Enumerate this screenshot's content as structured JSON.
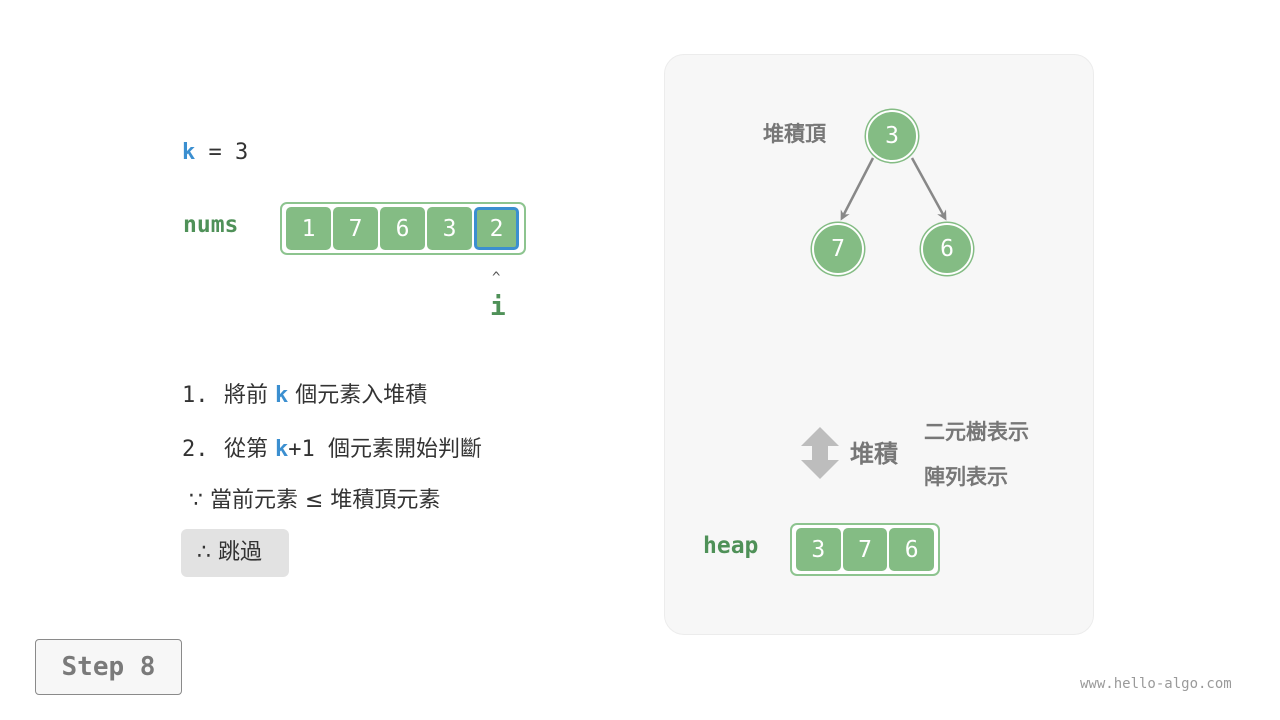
{
  "left": {
    "k_var": "k",
    "k_value": "= 3",
    "nums_label": "nums",
    "nums": [
      "1",
      "7",
      "6",
      "3",
      "2"
    ],
    "pointer_arrow": "^",
    "pointer_label": "i",
    "steps": [
      {
        "num": "1.",
        "pre": "將前 ",
        "kw": "k",
        "post": " 個元素入堆積"
      },
      {
        "num": "2.",
        "pre": "從第 ",
        "kw": "k",
        "post": "+1 個元素開始判斷"
      }
    ],
    "condition": " ∵ 當前元素 ≤ 堆積頂元素",
    "conclusion": "∴ 跳過"
  },
  "right": {
    "heap_top_label": "堆積頂",
    "tree_nodes": [
      "3",
      "7",
      "6"
    ],
    "heap_word": "堆積",
    "repr_tree": "二元樹表示",
    "repr_array": "陣列表示",
    "heap_label": "heap",
    "heap": [
      "3",
      "7",
      "6"
    ]
  },
  "footer": {
    "step": "Step 8",
    "watermark": "www.hello-algo.com"
  },
  "colors": {
    "cell_fill": "#84bc84",
    "frame_border": "#8dc48f",
    "label_green": "#4f9158",
    "highlight_blue": "#3b8fd0",
    "muted_gray": "#777777"
  }
}
